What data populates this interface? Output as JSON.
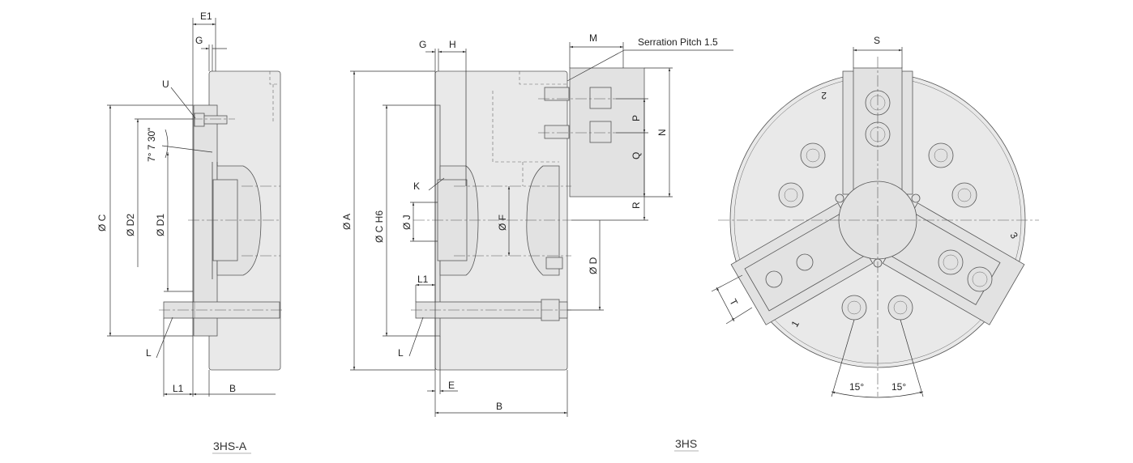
{
  "views": {
    "left": {
      "caption": "3HS-A",
      "labels": {
        "E1": "E1",
        "G": "G",
        "U": "U",
        "angle": "7° 7 30\"",
        "C": "Ø C",
        "D2": "Ø D2",
        "D1": "Ø D1",
        "L": "L",
        "L1": "L1",
        "B": "B"
      }
    },
    "middle": {
      "caption": "3HS",
      "labels": {
        "G": "G",
        "H": "H",
        "M": "M",
        "serration": "Serration Pitch  1.5",
        "A": "Ø A",
        "CH6": "Ø C  H6",
        "K": "K",
        "J": "Ø J",
        "F": "Ø F",
        "P": "P",
        "Q": "Q",
        "N": "N",
        "R": "R",
        "D": "Ø D",
        "L1": "L1",
        "L": "L",
        "E": "E",
        "B": "B"
      }
    },
    "right": {
      "labels": {
        "S": "S",
        "T": "T",
        "angle1": "15°",
        "angle2": "15°",
        "jaw1": "1",
        "jaw2": "2",
        "jaw3": "3"
      }
    }
  },
  "colors": {
    "body": "#e9e9e9",
    "line": "#333333"
  }
}
